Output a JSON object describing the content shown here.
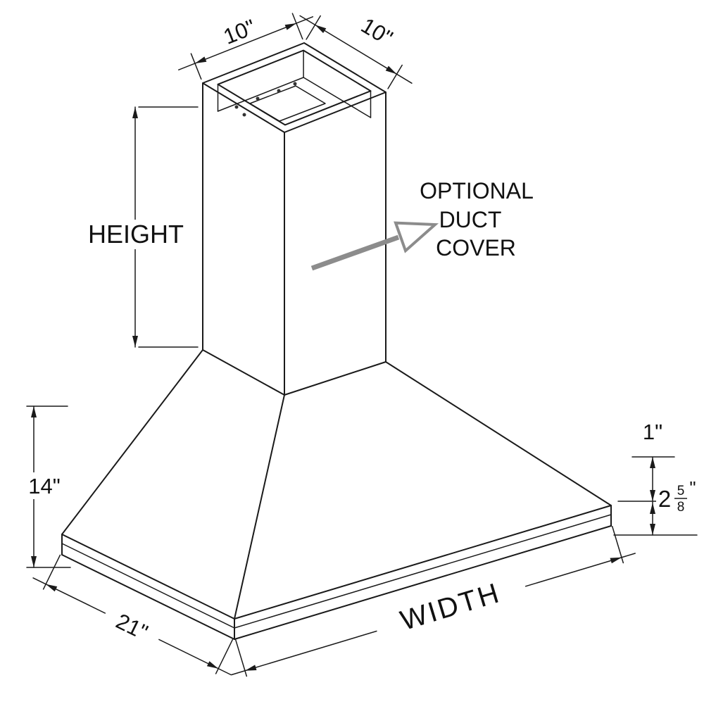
{
  "dimensions": {
    "duct_depth": "10\"",
    "duct_width": "10\"",
    "height_label": "HEIGHT",
    "hood_height": "14\"",
    "lip_small": "1\"",
    "rim_whole": "2",
    "rim_frac_num": "5",
    "rim_frac_den": "8",
    "rim_unit": "\"",
    "width_label": "WIDTH",
    "depth": "21\""
  },
  "annotation": {
    "line1": "OPTIONAL",
    "line2": "DUCT",
    "line3": "COVER"
  },
  "colors": {
    "line": "#1a1a1a",
    "leader": "#8c8c8c",
    "background": "#ffffff"
  }
}
